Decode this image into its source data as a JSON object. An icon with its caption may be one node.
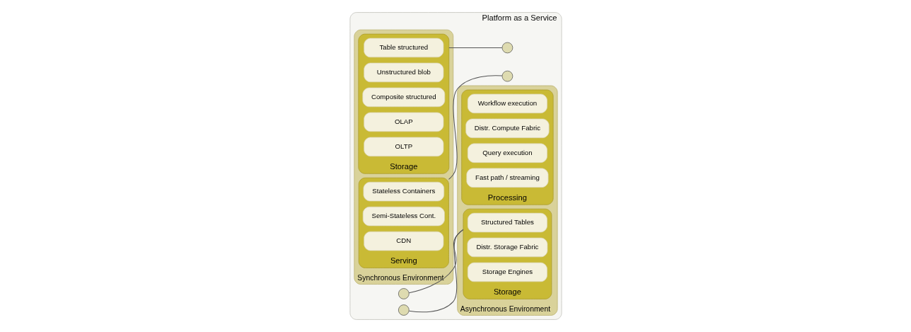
{
  "diagram": {
    "nodes": [
      {
        "text": [
          "Platform as a Service"
        ]
      },
      {
        "text": [
          "Synchronous Environment"
        ],
        "in": 0
      },
      {
        "text": [
          "Serving"
        ],
        "in": 1
      },
      {
        "text": [
          "Stateless Containers"
        ],
        "in": 2
      },
      {
        "text": [
          "Semi-Stateless Cont."
        ],
        "in": 2
      },
      {
        "text": [
          "CDN"
        ],
        "in": 2
      },
      {
        "text": [
          "Storage"
        ],
        "in": 1
      },
      {
        "text": [
          "Table structured"
        ],
        "in": 6
      },
      {
        "text": [
          "Unstructured blob"
        ],
        "in": 6
      },
      {
        "text": [
          "Composite structured"
        ],
        "in": 6
      },
      {
        "text": [
          "OLAP"
        ],
        "in": 6
      },
      {
        "text": [
          "OLTP"
        ],
        "in": 6
      },
      {
        "text": [
          "Asynchronous Environment"
        ],
        "in": 0
      },
      {
        "text": [
          "Processing"
        ],
        "in": 12
      },
      {
        "text": [
          "Workflow execution"
        ],
        "in": 13
      },
      {
        "text": [
          "Distr. Compute Fabric"
        ],
        "in": 13
      },
      {
        "text": [
          "Query execution"
        ],
        "in": 13
      },
      {
        "text": [
          "Fast path / streaming"
        ],
        "in": 13
      },
      {
        "text": [
          "Storage"
        ],
        "in": 12
      },
      {
        "text": [
          "Structured Tables"
        ],
        "in": 18
      },
      {
        "text": [
          "Distr. Storage Fabric"
        ],
        "in": 18
      },
      {
        "text": [
          "Storage Engines"
        ],
        "in": 18
      },
      {
        "text": [],
        "shape": "circle",
        "in": 0
      },
      {
        "text": [],
        "shape": "circle",
        "in": 0
      },
      {
        "text": [],
        "shape": "circle",
        "in": 0
      },
      {
        "text": [],
        "shape": "circle",
        "in": 0
      }
    ],
    "edges": [
      {
        "from": 2,
        "to": 22,
        "arrow": "none"
      },
      {
        "from": 23,
        "to": 18,
        "arrow": "none"
      },
      {
        "from": 6,
        "to": 24,
        "arrow": "none"
      },
      {
        "from": 25,
        "to": 18,
        "arrow": "none"
      }
    ]
  }
}
